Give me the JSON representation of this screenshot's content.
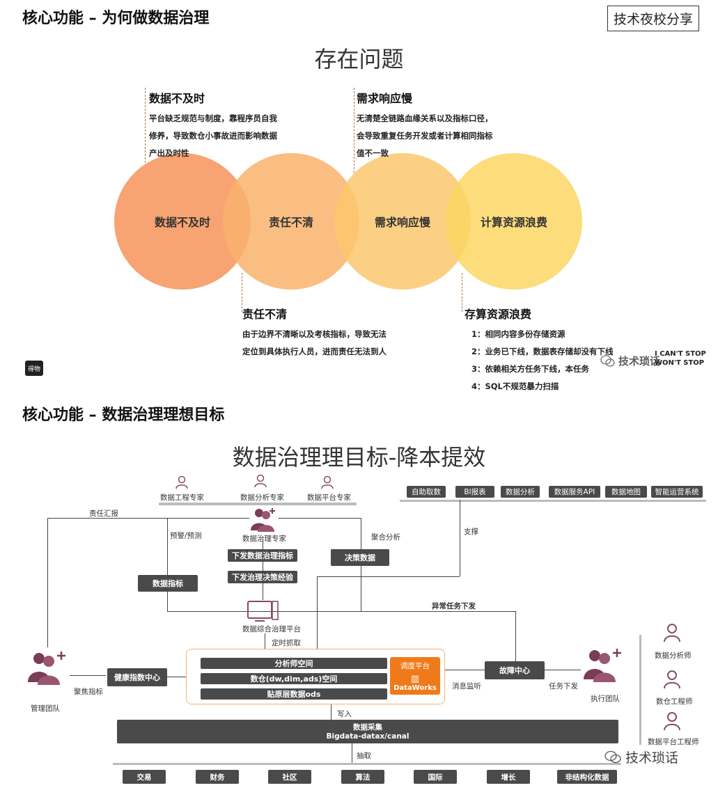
{
  "section1": {
    "heading": "核心功能 – 为何做数据治理",
    "brand": "技术夜校分享",
    "title": "存在问题",
    "circles": [
      "数据不及时",
      "责任不清",
      "需求响应慢",
      "计算资源浪费"
    ],
    "notes": {
      "timely": {
        "title": "数据不及时",
        "lines": [
          "平台缺乏规范与制度，靠程序员自我",
          "修养，导致数仓小事故进而影响数据",
          "产出及时性"
        ]
      },
      "demand": {
        "title": "需求响应慢",
        "lines": [
          "无清楚全链路血缘关系以及指标口径，",
          "会导致重复任务开发或者计算相同指标",
          "值不一致"
        ]
      },
      "duty": {
        "title": "责任不清",
        "lines": [
          "由于边界不清晰以及考核指标，导致无法",
          "定位到具体执行人员，进而责任无法到人"
        ]
      },
      "waste": {
        "title": "存算资源浪费",
        "lines": [
          "1：相同内容多份存储资源",
          "2：业务已下线，数据表存储却没有下线",
          "3：依赖相关方任务下线，本任务",
          "4：SQL不规范暴力扫描"
        ]
      }
    },
    "corner_logo": "得物",
    "watermark_text": "技术琐话",
    "watermark_side": [
      "I CAN'T STOP",
      "WON'T STOP"
    ]
  },
  "section2": {
    "heading": "核心功能 – 数据治理理想目标",
    "title": "数据治理理目标-降本提效",
    "experts": [
      "数据工程专家",
      "数据分析专家",
      "数据平台专家"
    ],
    "apps": [
      "自助取数",
      "BI报表",
      "数据分析",
      "数据服务API",
      "数据地图",
      "智能运营系统"
    ],
    "governance_expert": "数据治理专家",
    "labels": {
      "report": "责任汇报",
      "warn": "预警/预测",
      "aggregate": "聚合分析",
      "support": "支撑",
      "abnormal": "异常任务下发",
      "timed": "定时抓取",
      "focus": "聚焦指标",
      "monitor": "消息监听",
      "dispatch": "任务下发",
      "write": "写入",
      "extract": "抽取"
    },
    "boxes": {
      "issue_metric": "下发数据治理指标",
      "issue_exp": "下发治理决策经验",
      "decision": "决策数据",
      "data_metric": "数据指标",
      "platform": "数据综合治理平台",
      "health": "健康指数中心",
      "fault": "故障中心",
      "layers": [
        "分析师空间",
        "数仓(dw,dim,ads)空间",
        "贴原层数据ods"
      ],
      "scheduler_title": "调度平台",
      "scheduler_name": "DataWorks",
      "collect_title": "数据采集",
      "collect_sub": "Bigdata-datax/canal"
    },
    "mgmt": "管理团队",
    "exec": "执行团队",
    "roles": [
      "数据分析师",
      "数仓工程师",
      "数据平台工程师"
    ],
    "sources": [
      "交易",
      "财务",
      "社区",
      "算法",
      "国际",
      "增长",
      "非结构化数据"
    ],
    "watermark": "技术琐话"
  },
  "colors": {
    "circle1": "#f6a06a",
    "circle2": "#f8b26e",
    "circle3": "#fac770",
    "circle4": "#fbd66a",
    "dark_box": "#4a4a4a",
    "scheduler": "#f07a1a",
    "person_icon": "#7a3d55"
  }
}
